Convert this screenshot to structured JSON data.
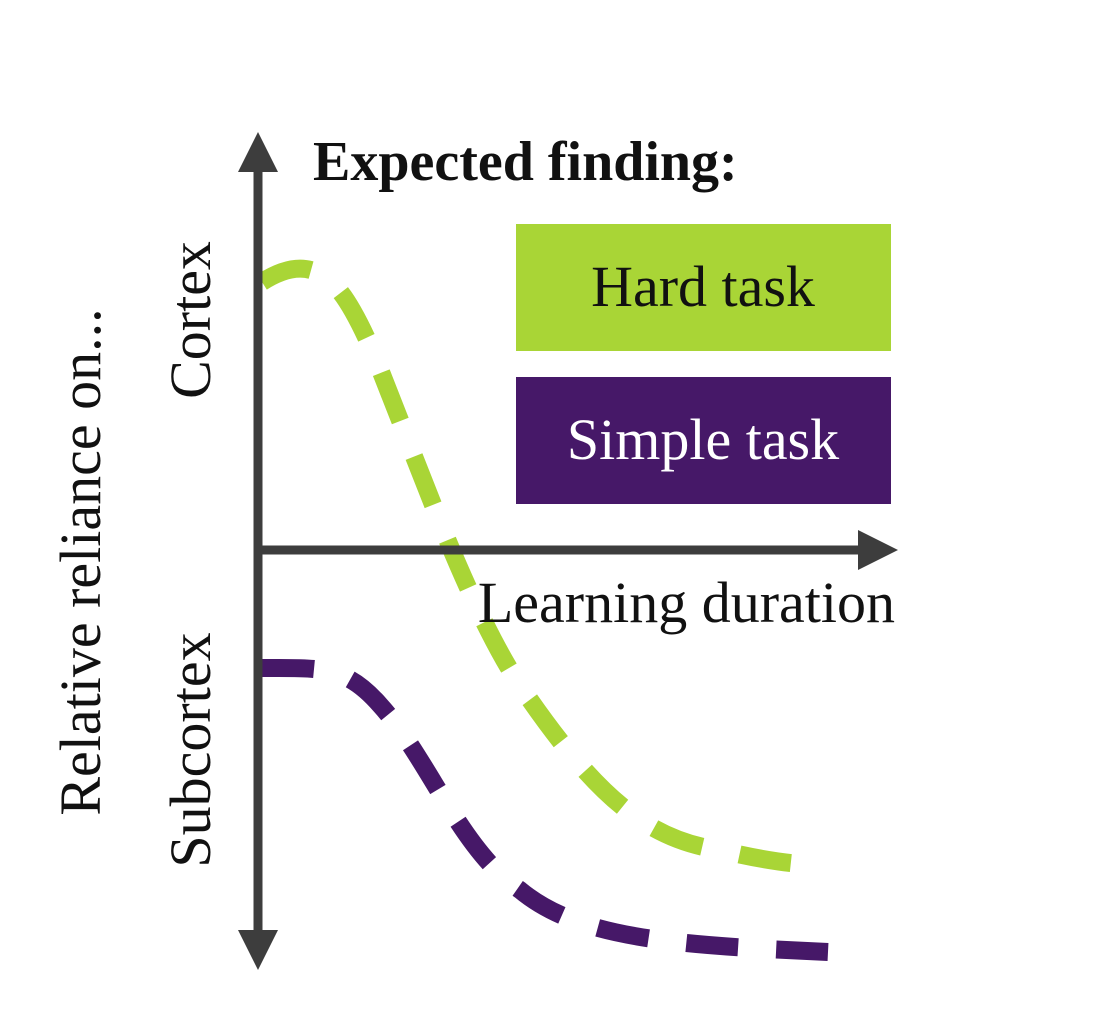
{
  "title": "Expected finding:",
  "axes": {
    "x_label": "Learning duration",
    "y_label": "Relative reliance on...",
    "y_top_label": "Cortex",
    "y_bottom_label": "Subcortex",
    "axis_color": "#3d3d3d"
  },
  "legend": [
    {
      "label": "Hard task",
      "fill": "#a9d536",
      "text_color": "#111111"
    },
    {
      "label": "Simple task",
      "fill": "#461868",
      "text_color": "#ffffff"
    }
  ],
  "curves": {
    "hard": {
      "name": "Hard task",
      "color": "#a9d536",
      "style": "dashed"
    },
    "simple": {
      "name": "Simple task",
      "color": "#461868",
      "style": "dashed"
    }
  }
}
